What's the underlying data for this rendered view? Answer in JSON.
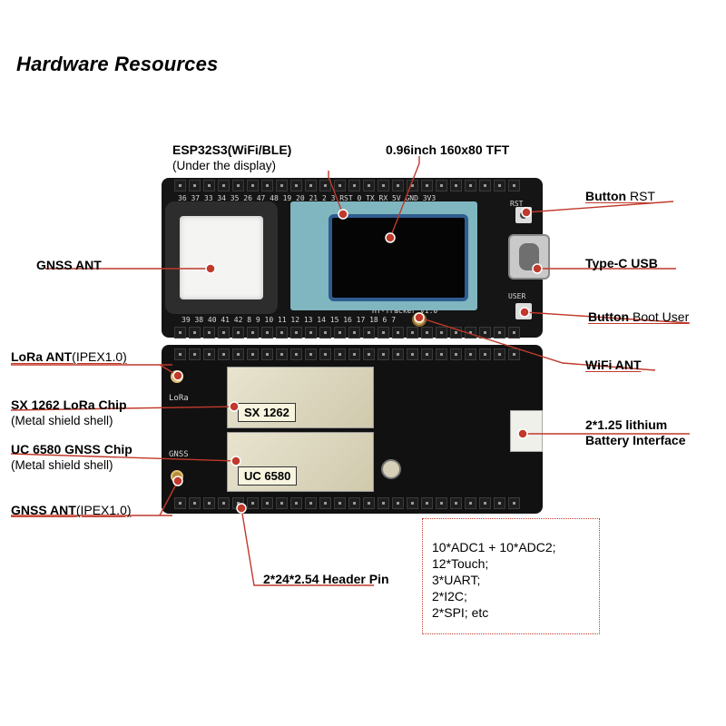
{
  "title": "Hardware Resources",
  "labels": {
    "esp32": {
      "main": "ESP32S3(WiFi/BLE)",
      "sub": "(Under the display)"
    },
    "tft": {
      "main": "0.96inch 160x80 TFT"
    },
    "btn_rst": {
      "bold": "Button",
      "rest": " RST"
    },
    "gnss_ant_top": {
      "main": "GNSS ANT"
    },
    "typec": {
      "main": "Type-C USB"
    },
    "btn_boot": {
      "bold": "Button",
      "rest": " Boot User"
    },
    "lora_ant": {
      "bold": "LoRa ANT",
      "rest": "(IPEX1.0)"
    },
    "wifi_ant": {
      "main": "WiFi ANT"
    },
    "sx1262": {
      "main": "SX 1262 LoRa Chip",
      "sub": "(Metal shield shell)"
    },
    "battery": {
      "line1": "2*1.25 lithium",
      "line2": "Battery Interface"
    },
    "uc6580": {
      "main": "UC 6580 GNSS Chip",
      "sub": "(Metal shield shell)"
    },
    "gnss_ant_bot": {
      "bold": "GNSS ANT",
      "rest": "(IPEX1.0)"
    },
    "header": {
      "main": "2*24*2.54 Header Pin"
    }
  },
  "chip_tags": {
    "sx": "SX 1262",
    "uc": "UC 6580"
  },
  "specs": [
    "10*ADC1 + 10*ADC2;",
    "12*Touch;",
    "3*UART;",
    "2*I2C;",
    "2*SPI; etc"
  ],
  "silkscreen": {
    "top_row": "36 37 33 34 35 26 47 48 19 20 21 2 3 RST 0 TX RX 5V GND 3V3",
    "mid_row": "39 38 40 41 42 8 9 10 11 12 13 14 15 16 17 18 6 7",
    "board_text": "HT-Tracker V1.0",
    "lora_silk": "LoRa",
    "gnss_silk": "GNSS",
    "rst_silk": "RST",
    "user_silk": "USER"
  },
  "colors": {
    "accent": "#c0392b",
    "board": "#151515",
    "tft_bezel": "#7fb6bf"
  }
}
